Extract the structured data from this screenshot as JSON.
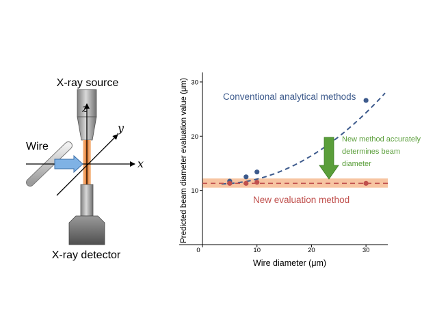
{
  "setup": {
    "source_label": "X-ray source",
    "detector_label": "X-ray detector",
    "wire_label": "Wire",
    "axis_x": "x",
    "axis_y": "y",
    "axis_z": "z"
  },
  "colors": {
    "conventional": "#3d5a8c",
    "new_method": "#c0504d",
    "band": "#f4b183",
    "arrow_green": "#5a9e3a",
    "beam": "#e8843c",
    "wire_arrow": "#6fa8dc"
  },
  "chart_data": {
    "type": "scatter",
    "xlabel": "Wire diameter (μm)",
    "ylabel": "Predicted beam diameter evaluation value (μm)",
    "xlim": [
      0,
      34
    ],
    "ylim": [
      0,
      31
    ],
    "x_ticks": [
      0,
      10,
      20,
      30
    ],
    "y_ticks": [
      10,
      20,
      30
    ],
    "band": [
      10.5,
      12.2
    ],
    "series": [
      {
        "name": "Conventional analytical methods",
        "points": [
          [
            5,
            11.7
          ],
          [
            8,
            12.5
          ],
          [
            10,
            13.4
          ],
          [
            30,
            26.6
          ]
        ],
        "curve": "dashed"
      },
      {
        "name": "New evaluation method",
        "points": [
          [
            5,
            11.3
          ],
          [
            8,
            11.3
          ],
          [
            10,
            11.5
          ],
          [
            30,
            11.3
          ]
        ],
        "curve": "dashed"
      }
    ],
    "annotation": [
      "New method accurately",
      "determines beam",
      "diameter"
    ]
  }
}
